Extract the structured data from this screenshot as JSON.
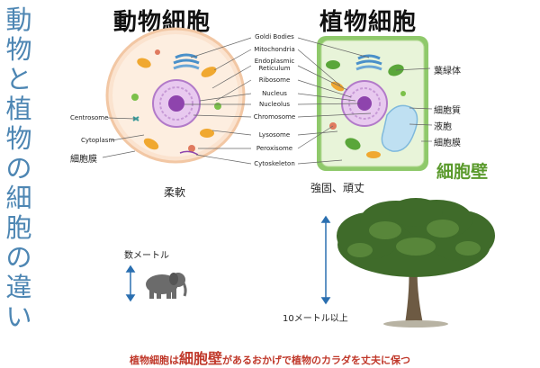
{
  "vertical_title": "動物と植物の細胞の違い",
  "animal": {
    "title": "動物細胞",
    "quality": "柔軟",
    "left_labels": [
      "Centrosome",
      "Cytoplasm",
      "細胞膜"
    ],
    "size_text": "数メートル"
  },
  "plant": {
    "title": "植物細胞",
    "quality": "強固、頑丈",
    "right_labels": [
      "葉緑体",
      "細胞質",
      "液胞",
      "細胞膜"
    ],
    "cell_wall_label": "細胞壁",
    "size_text": "10メートル以上"
  },
  "center_labels": [
    {
      "text": "Goldi Bodies"
    },
    {
      "text": "Mitochondria"
    },
    {
      "text": "Endoplasmic\nReticulum"
    },
    {
      "text": "Ribosome"
    },
    {
      "text": "Nucleus"
    },
    {
      "text": "Nucleolus"
    },
    {
      "text": "Chromosome"
    },
    {
      "text": "Lysosome"
    },
    {
      "text": "Peroxisome"
    },
    {
      "text": "Cytoskeleton"
    }
  ],
  "footer": {
    "part1": "植物細胞は",
    "emphasis": "細胞壁",
    "part2": "があるおかげで植物のカラダを丈夫に保つ"
  },
  "colors": {
    "title_blue": "#4d86b3",
    "footer_red": "#c0392b",
    "cell_wall_green": "#5a9a2c",
    "animal_cell_fill": "#fbe3cf",
    "plant_cell_fill": "#e8f4d9",
    "nucleus_purple": "#b27ac9"
  }
}
